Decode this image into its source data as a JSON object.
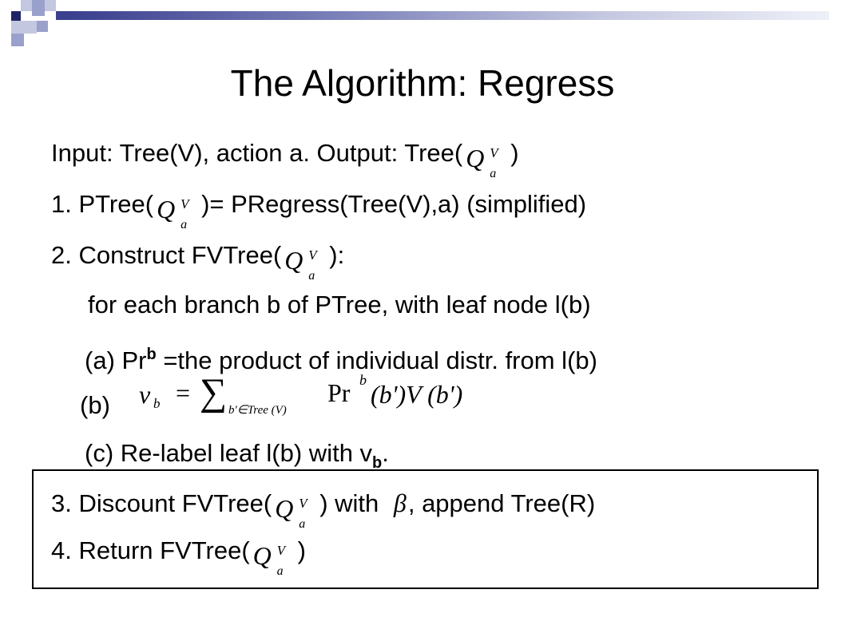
{
  "slide": {
    "title": "The Algorithm: Regress",
    "lines": [
      {
        "pre": "Input: Tree(V), action a. Output: Tree(",
        "post": ")"
      },
      {
        "pre": "1. PTree(",
        "post": ")= PRegress(Tree(V),a)  (simplified)"
      },
      {
        "pre": "2. Construct FVTree(",
        "post": "):"
      },
      {
        "text": "for each branch b of PTree, with leaf node l(b)"
      },
      {
        "pre": "(a) Pr",
        "sup": "b",
        "post": " =the product of individual distr. from l(b)"
      },
      {
        "label": "(b)"
      },
      {
        "pre": "(c) Re-label leaf l(b) with v",
        "sub": "b",
        "post": "."
      },
      {
        "pre": "3. Discount FVTree(",
        "mid": ") with ",
        "post": ", append Tree(R)"
      },
      {
        "pre": "4. Return FVTree(",
        "post": ")"
      }
    ],
    "math": {
      "Q": "Q",
      "V": "V",
      "a": "a",
      "beta": "β",
      "vb": "v",
      "vb_sub": "b",
      "eq": "=",
      "sum": "∑",
      "sum_sub": "b'∈Tree (V)",
      "Pr": "Pr",
      "Pr_sup": "b",
      "tail": "(b')V (b')"
    }
  },
  "colors": {
    "accent": "#3a3f8f",
    "accent_light": "#9aa0cc"
  }
}
